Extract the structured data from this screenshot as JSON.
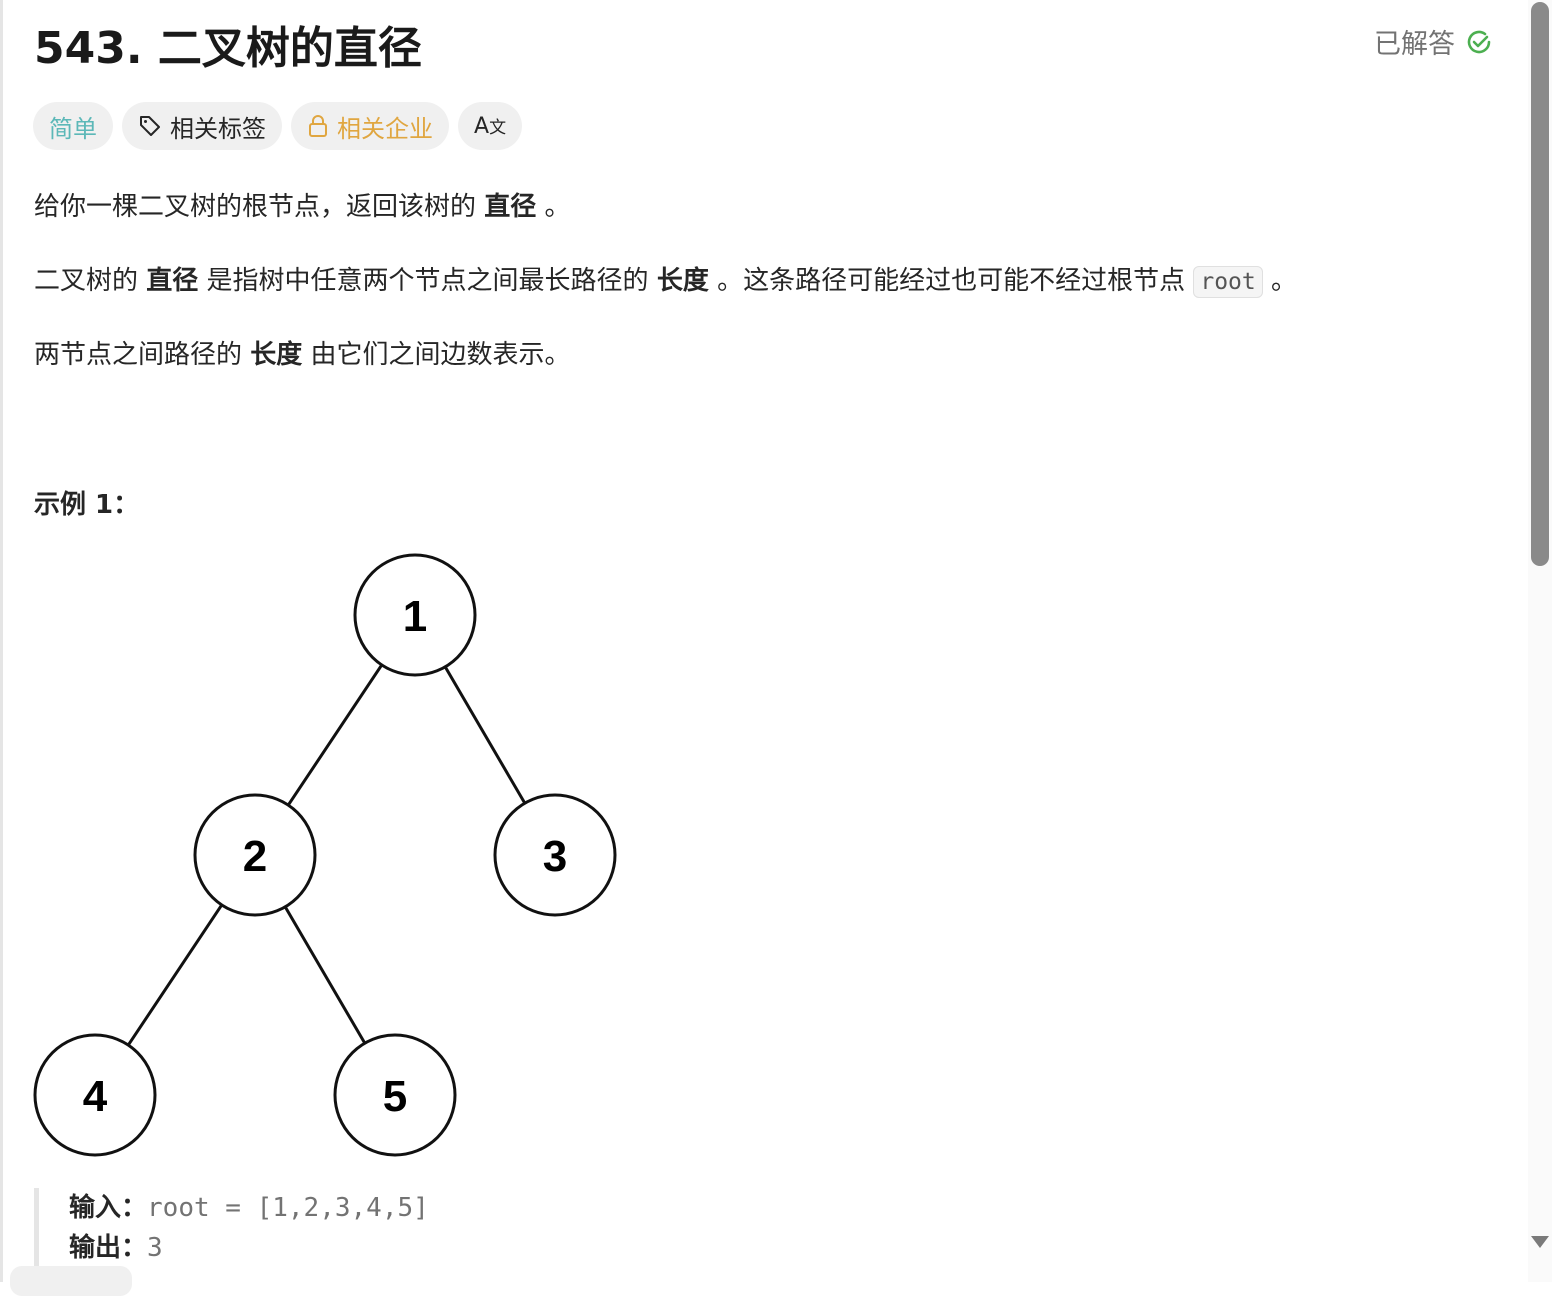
{
  "problem": {
    "title": "543. 二叉树的直径",
    "status": "已解答"
  },
  "tags": {
    "difficulty": "简单",
    "topics": "相关标签",
    "companies": "相关企业"
  },
  "description": {
    "p1_a": "给你一棵二叉树的根节点，返回该树的 ",
    "p1_b": "直径",
    "p1_c": " 。",
    "p2_a": "二叉树的 ",
    "p2_b": "直径",
    "p2_c": " 是指树中任意两个节点之间最长路径的 ",
    "p2_d": "长度",
    "p2_e": " 。这条路径可能经过也可能不经过根节点 ",
    "p2_code": "root",
    "p2_f": " 。",
    "p3_a": "两节点之间路径的 ",
    "p3_b": "长度",
    "p3_c": " 由它们之间边数表示。"
  },
  "example": {
    "title": "示例 1：",
    "tree_nodes": [
      "1",
      "2",
      "3",
      "4",
      "5"
    ],
    "input_label": "输入：",
    "input_value": "root = [1,2,3,4,5]",
    "output_label": "输出：",
    "output_value": "3"
  },
  "colors": {
    "easy": "#5cb8b8",
    "company": "#e0a640",
    "solved": "#4caf50"
  }
}
